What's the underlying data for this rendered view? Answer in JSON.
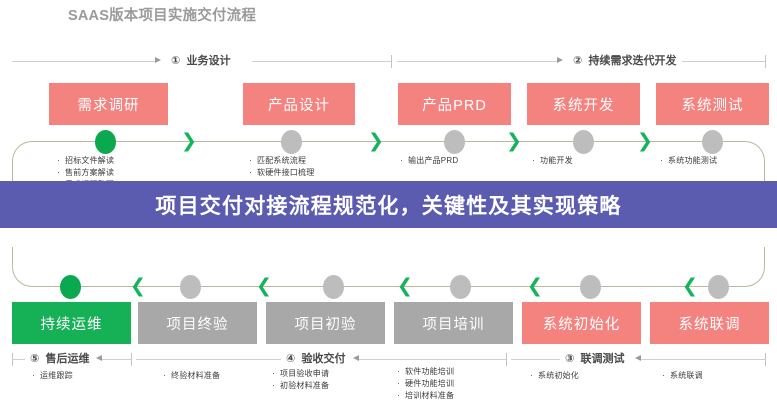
{
  "title": "SAAS版本项目实施交付流程",
  "banner": {
    "text": "项目交付对接流程规范化，关键性及其实现策略"
  },
  "colors": {
    "pink": "#f4827f",
    "gray": "#a8a8a8",
    "green": "#16b157",
    "banner_purple": "#5b5bb0",
    "rail": "#b9b9a0",
    "chevron_green": "#15b35b",
    "node_gray": "#bdbdbd",
    "node_green": "#0aa84f",
    "title_gray": "#9a9a9a"
  },
  "phases": {
    "top": [
      {
        "marker": "①",
        "label": "业务设计"
      },
      {
        "marker": "②",
        "label": "持续需求迭代开发"
      }
    ],
    "bottom": [
      {
        "marker": "⑤",
        "label": "售后运维"
      },
      {
        "marker": "④",
        "label": "验收交付"
      },
      {
        "marker": "③",
        "label": "联调测试"
      }
    ]
  },
  "top_row": {
    "steps": [
      {
        "label": "需求调研",
        "color": "pink"
      },
      {
        "label": "产品设计",
        "color": "pink"
      },
      {
        "label": "产品PRD",
        "color": "pink"
      },
      {
        "label": "系统开发",
        "color": "pink"
      },
      {
        "label": "系统测试",
        "color": "pink"
      }
    ],
    "nodes": [
      "green",
      "gray",
      "gray",
      "gray",
      "gray"
    ],
    "details": [
      [
        "招标文件解读",
        "售前方案解读",
        "需求调研整理"
      ],
      [
        "匹配系统流程",
        "软硬件接口梳理"
      ],
      [
        "输出产品PRD"
      ],
      [
        "功能开发"
      ],
      [
        "系统功能测试"
      ]
    ]
  },
  "bottom_row": {
    "steps": [
      {
        "label": "持续运维",
        "color": "green"
      },
      {
        "label": "项目终验",
        "color": "gray"
      },
      {
        "label": "项目初验",
        "color": "gray"
      },
      {
        "label": "项目培训",
        "color": "gray"
      },
      {
        "label": "系统初始化",
        "color": "pink"
      },
      {
        "label": "系统联调",
        "color": "pink"
      }
    ],
    "nodes": [
      "green",
      "gray",
      "gray",
      "gray",
      "gray",
      "gray"
    ],
    "details": [
      [
        "运维跟踪"
      ],
      [
        "终验材料准备"
      ],
      [
        "项目验收申请",
        "初验材料准备"
      ],
      [
        "软件功能培训",
        "硬件功能培训",
        "培训材料准备"
      ],
      [
        "系统初始化"
      ],
      [
        "系统联调"
      ]
    ]
  }
}
